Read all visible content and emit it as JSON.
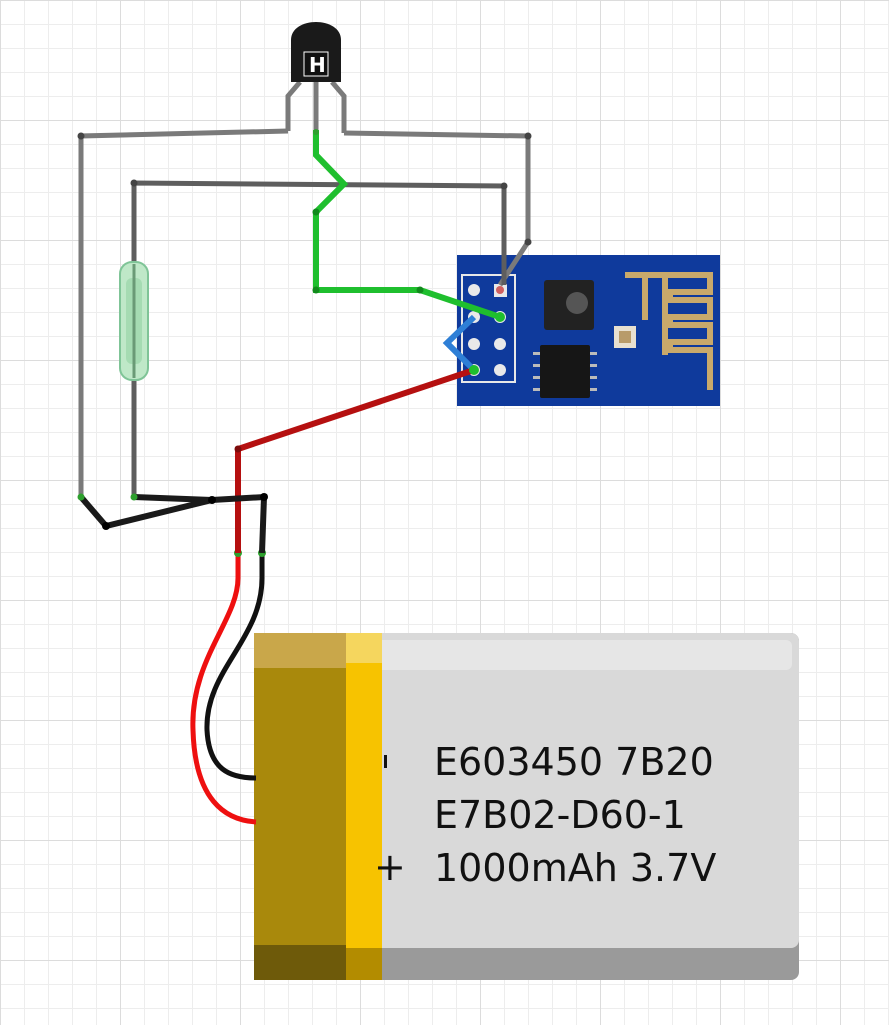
{
  "hall_sensor": {
    "marking": "H"
  },
  "battery": {
    "line1": "E603450 7B20",
    "line2": "E7B02-D60-1",
    "line3": "1000mAh 3.7V",
    "minus_sign": "-",
    "plus_sign": "+",
    "body_color": "#d6d6d6",
    "wrap_color": "#b08a0a",
    "stripe_color": "#f5c400"
  },
  "esp_module": {
    "board_color": "#0f3a9c",
    "antenna_color": "#c9a96b"
  },
  "wires": {
    "green": "#1fbf2e",
    "red": "#b51010",
    "black": "#1a1a1a",
    "gray": "#7a7a7a",
    "blue": "#2e7fd6"
  }
}
